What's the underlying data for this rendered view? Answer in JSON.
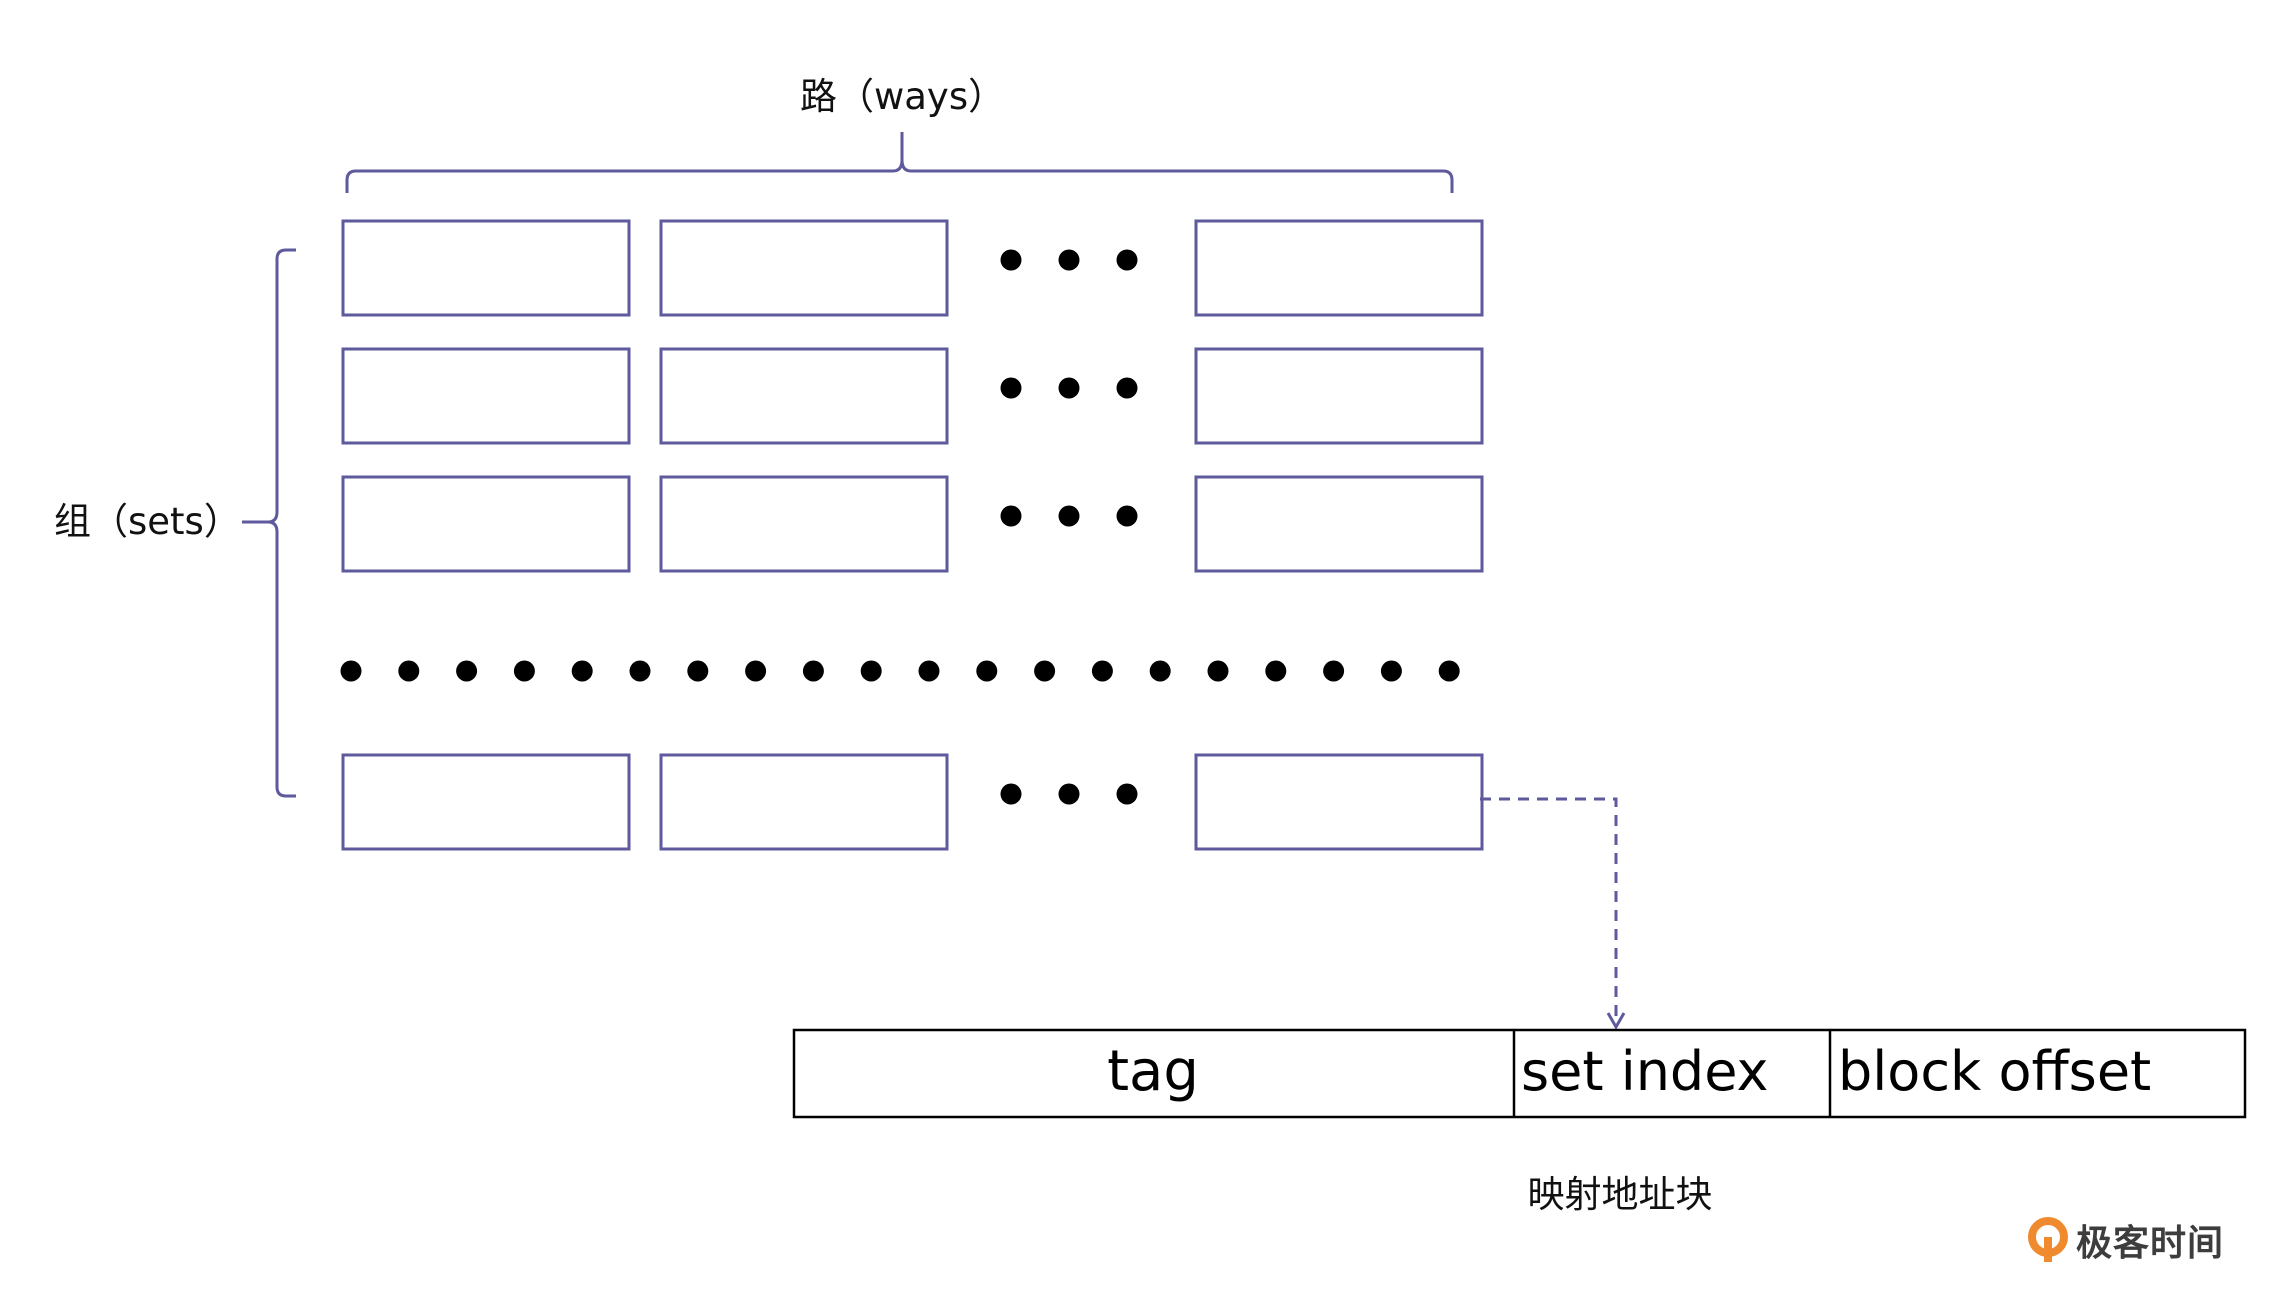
{
  "labels": {
    "ways": "路（ways）",
    "sets": "组（sets）",
    "caption": "映射地址块"
  },
  "address": {
    "fields": [
      "tag",
      "set index",
      "block offset"
    ]
  },
  "brand": {
    "name": "极客时间"
  },
  "colors": {
    "cell_border": "#5e5a9c",
    "bracket": "#5e5a9c",
    "dot": "#000000",
    "address_border": "#000000",
    "brand_accent": "#f08a2e"
  },
  "icons": {
    "brand": "geektime-logo-icon"
  }
}
